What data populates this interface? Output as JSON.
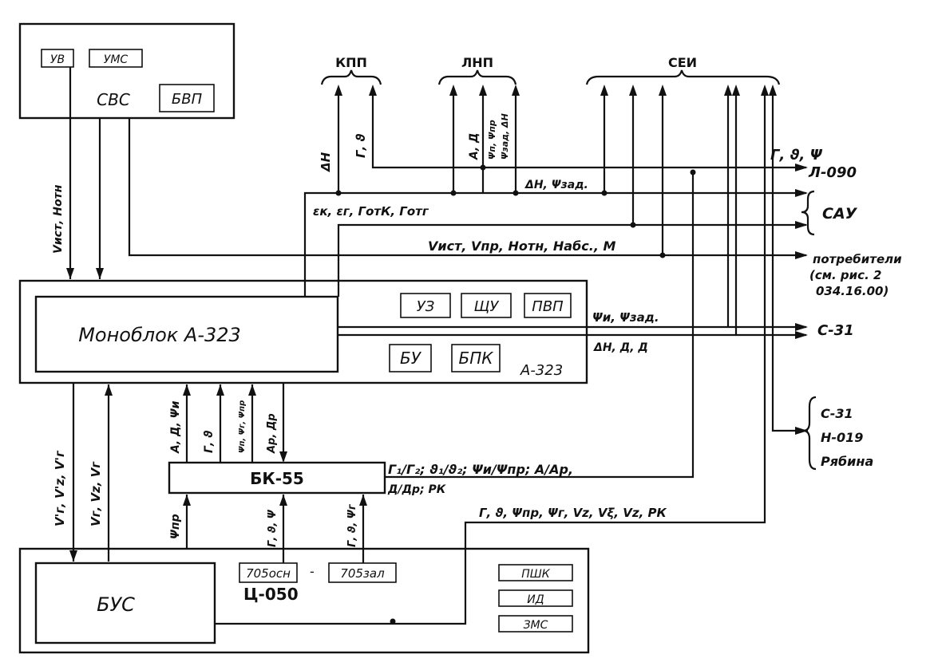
{
  "colors": {
    "ink": "#111111",
    "paper": "#ffffff"
  },
  "blocks": {
    "svs": {
      "label": "СВС",
      "sub": [
        "УВ",
        "УМС",
        "БВП"
      ]
    },
    "monoblock": {
      "label": "Моноблок А-323",
      "tag": "А-323",
      "sub": [
        "УЗ",
        "ЩУ",
        "ПВП",
        "БУ",
        "БПК"
      ]
    },
    "bk55": {
      "label": "БК-55"
    },
    "bus": {
      "label": "БУС"
    },
    "c050": {
      "label": "Ц-050",
      "sub": [
        "705осн",
        "705зал",
        "ПШК",
        "ИД",
        "ЗМС"
      ],
      "dash": "-"
    }
  },
  "buses": {
    "kpp": "КПП",
    "lnp": "ЛНП",
    "sei": "СЕИ"
  },
  "consumers": {
    "l090": "Л-090",
    "sau": "САУ",
    "potr": [
      "потребители",
      "(см. рис. 2",
      "034.16.00)"
    ],
    "c31": "С-31",
    "group": [
      "С-31",
      "Н-019",
      "Рябина"
    ]
  },
  "signals": {
    "v_svs": "Vист, Нотн",
    "dh": "ΔН",
    "gamma_theta": "Г, ϑ",
    "ad_lnp": "А, Д",
    "psi_lnp": "Ψп, Ψпр",
    "psi_zad_lnp": "Ψзад, ΔН",
    "gvp_l090": "Г, ϑ, Ψ",
    "dh_psizad": "ΔН, Ψзад.",
    "eps": "εк, εг, ГотК, Готг",
    "vist_line": "Vист, Vпр, Нотн, Набс., М",
    "psi_c31": "Ψи, Ψзад.",
    "dh_ad": "ΔН, Д, Д",
    "v_down": "V'г, V'z, V'г",
    "v_up": "Vг, Vz, Vг",
    "ad_psi": "А, Д, Ψи",
    "g_theta_bk": "Г, ϑ",
    "psi_bk": "Ψп, Ψг, Ψпр",
    "ap_dp": "Ар, Др",
    "bk_out1": "Г₁/Г₂; ϑ₁/ϑ₂; Ψи/Ψпр; А/Ар,",
    "bk_out2": "Д/Др; РК",
    "psi_pr": "Ψпр",
    "gtp_osn": "Г, ϑ, Ψ",
    "gtp_zap": "Г, ϑ, Ψг",
    "c050_out": "Г, ϑ, Ψпр, Ψг, Vz, Vξ, Vz, РК"
  }
}
